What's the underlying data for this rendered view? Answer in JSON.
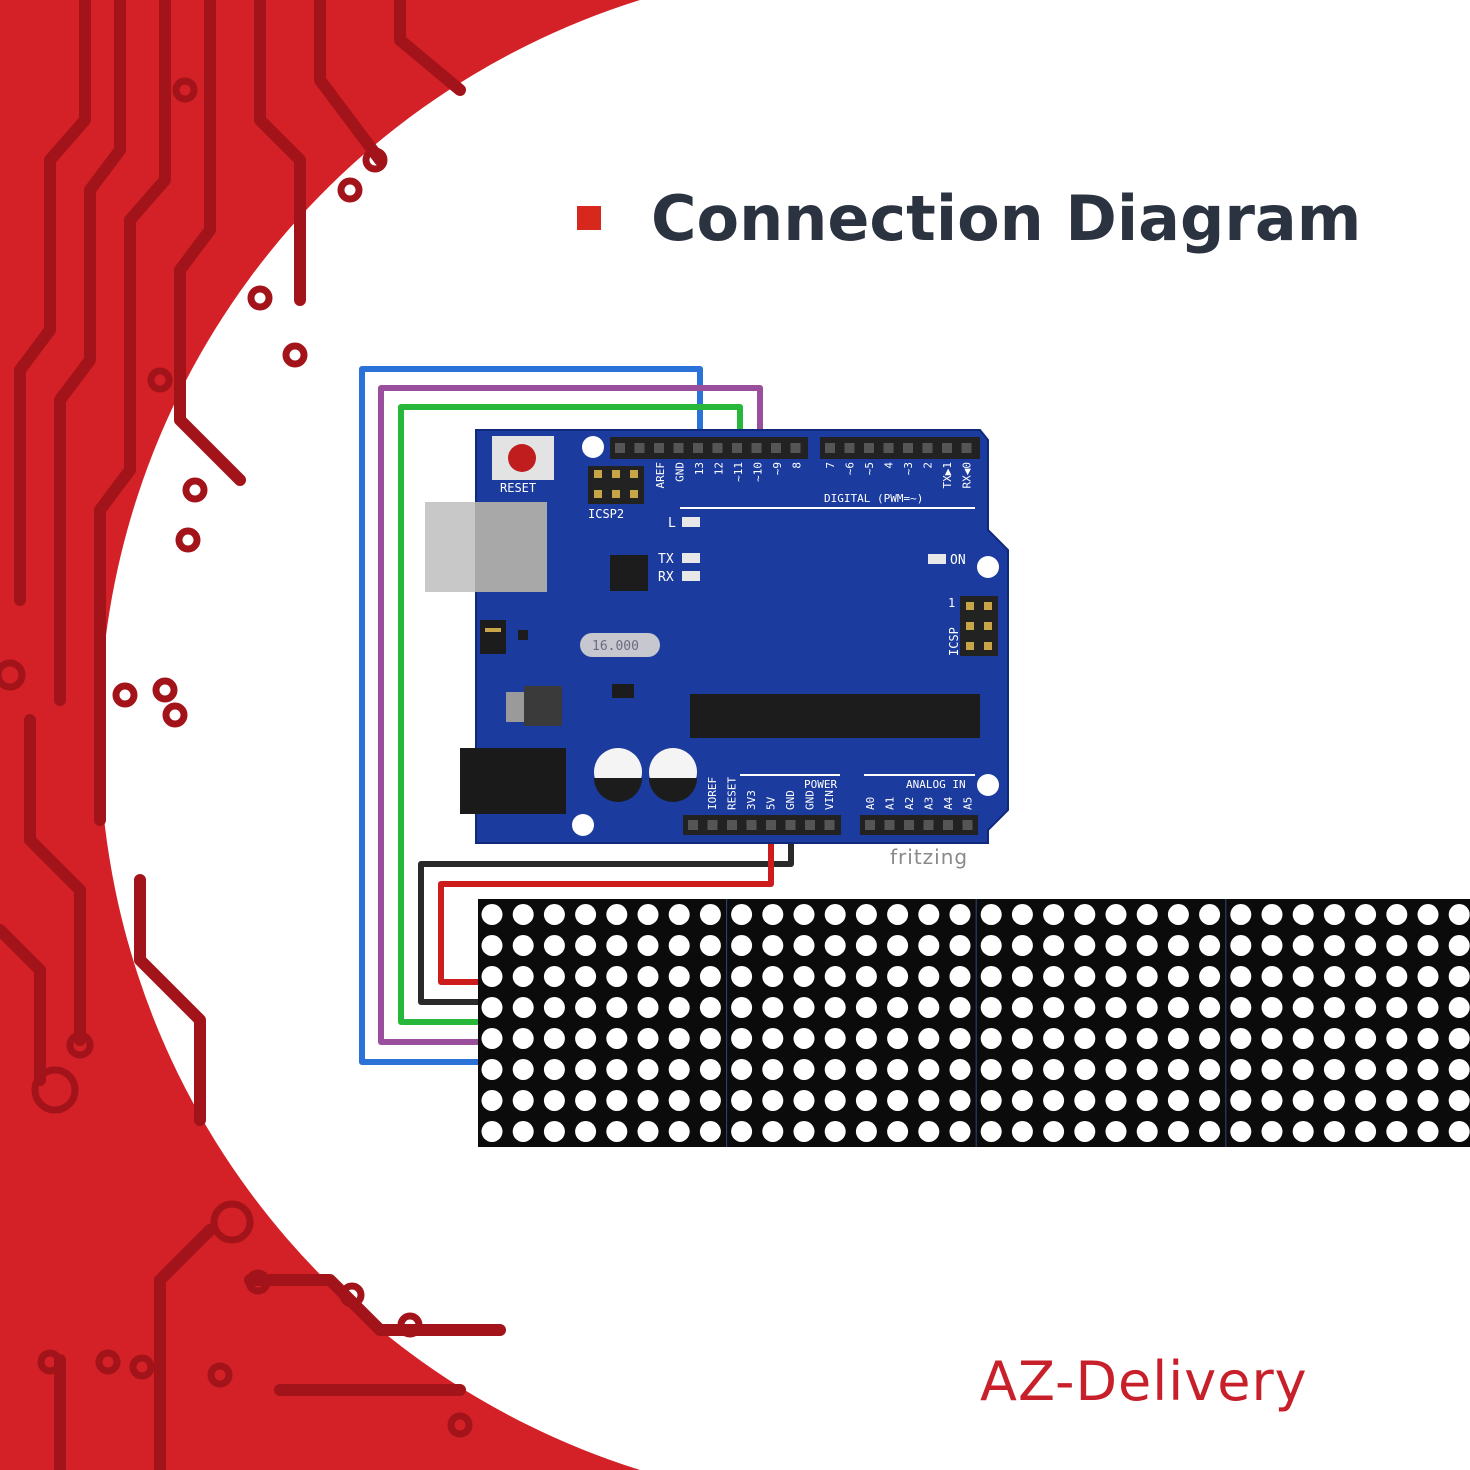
{
  "title": "Connection Diagram",
  "brand": "AZ-Delivery",
  "colors": {
    "red_bg": "#d32127",
    "trace_dark": "#a3131a",
    "board_blue": "#1b3c9e",
    "title_text": "#2b3340",
    "bullet": "#d7281e",
    "wire_blue": "#2a72d8",
    "wire_purple": "#9a4f9c",
    "wire_green": "#27b83b",
    "wire_red": "#cc1c1c",
    "wire_black": "#2a2a2a"
  },
  "fritzing_label": "fritzing",
  "board": {
    "reset_label": "RESET",
    "icsp2_label": "ICSP2",
    "icsp_label": "ICSP",
    "crystal_label": "16.000",
    "on_label": "ON",
    "led_l": "L",
    "led_tx": "TX",
    "led_rx": "RX",
    "digital_label": "DIGITAL (PWM=~)",
    "power_label": "POWER",
    "analog_label": "ANALOG IN",
    "icsp_pin1": "1",
    "digital_pins_left": [
      "AREF",
      "GND",
      "13",
      "12",
      "~11",
      "~10",
      "~9",
      "8"
    ],
    "digital_pins_right": [
      "7",
      "~6",
      "~5",
      "4",
      "~3",
      "2",
      "TX▶1",
      "RX◀0"
    ],
    "power_pins": [
      "IOREF",
      "RESET",
      "3V3",
      "5V",
      "GND",
      "GND",
      "VIN"
    ],
    "analog_pins": [
      "A0",
      "A1",
      "A2",
      "A3",
      "A4",
      "A5"
    ]
  },
  "matrix": {
    "modules": 4,
    "rows": 8,
    "cols_per_module": 8
  }
}
